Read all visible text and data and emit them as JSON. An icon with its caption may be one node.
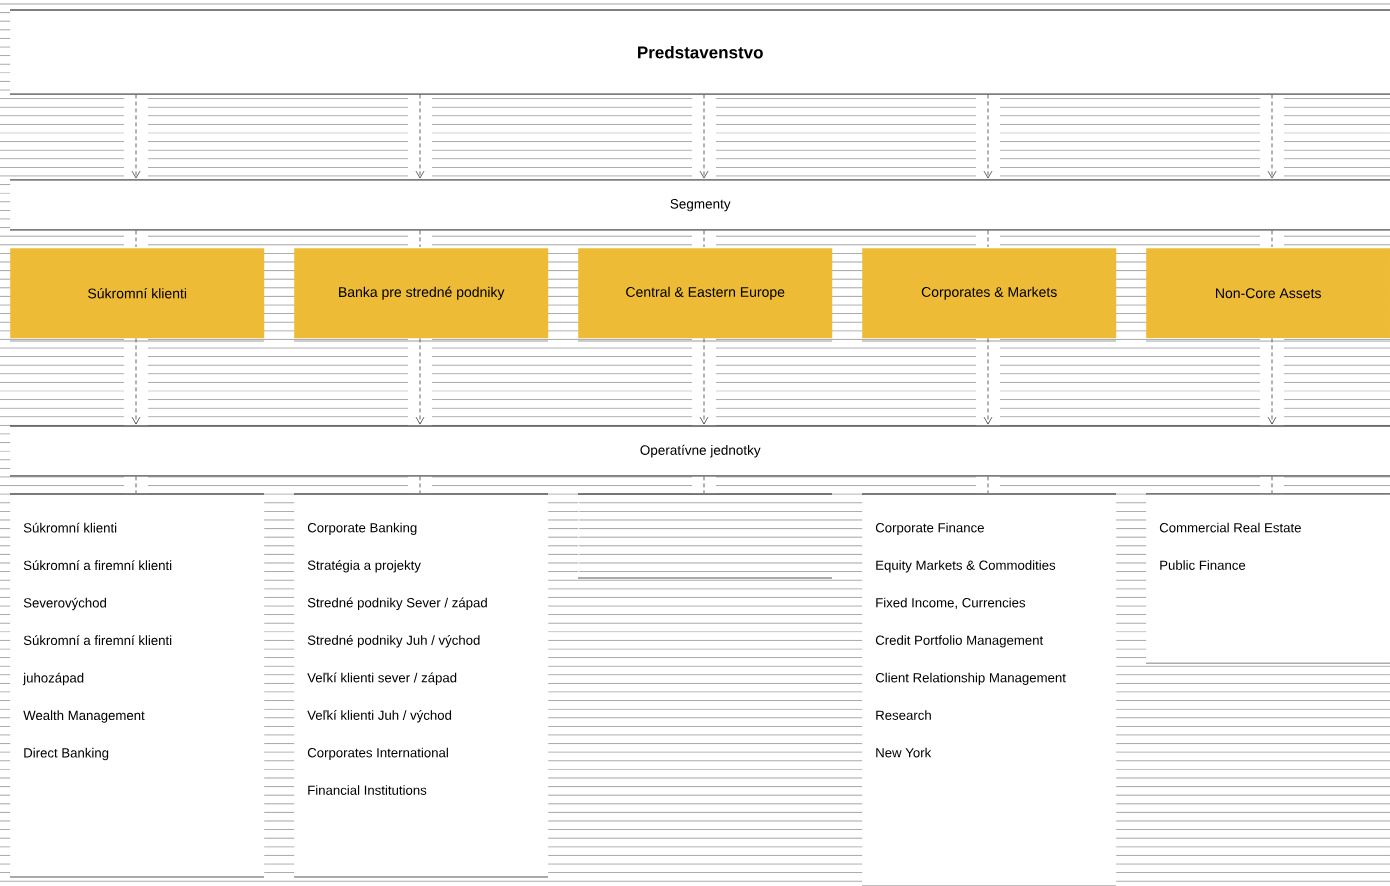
{
  "diagram": {
    "nodes": [
      {
        "text": [
          "Predstavenstvo"
        ]
      },
      {
        "text": [
          "Segmenty"
        ]
      },
      {
        "text": [
          "Súkromní klienti"
        ]
      },
      {
        "text": [
          "Banka pre stredné podniky"
        ]
      },
      {
        "text": [
          "Central & Eastern Europe"
        ]
      },
      {
        "text": [
          "Corporates & Markets"
        ]
      },
      {
        "text": [
          "Non-Core Assets"
        ]
      },
      {
        "text": [
          "Operatívne jednotky"
        ]
      },
      {
        "text": [
          "Súkromní klienti",
          "Súkromní a firemní klienti",
          "Severovýchod",
          "Súkromní a firemní klienti",
          "juhozápad",
          "Wealth Management",
          "Direct Banking"
        ]
      },
      {
        "text": [
          "Corporate Banking",
          "Stratégia a projekty",
          "Stredné podniky Sever / západ",
          "Stredné podniky Juh / východ",
          "Veľkí klienti sever / západ",
          "Veľkí klienti Juh / východ",
          "Corporates International",
          "Financial Institutions"
        ]
      },
      {
        "text": [],
        "shape": "box"
      },
      {
        "text": [
          "Corporate Finance",
          "Equity Markets & Commodities",
          "Fixed Income, Currencies",
          "Credit Portfolio Management",
          "Client Relationship Management",
          "Research",
          "New York"
        ]
      },
      {
        "text": [
          "Commercial Real Estate",
          "Public Finance"
        ]
      }
    ],
    "edges": [
      {
        "from": 0,
        "to": 1,
        "arrow": "to",
        "style": "dashed"
      },
      {
        "from": 0,
        "to": 1,
        "arrow": "to",
        "style": "dashed"
      },
      {
        "from": 0,
        "to": 1,
        "arrow": "to",
        "style": "dashed"
      },
      {
        "from": 0,
        "to": 1,
        "arrow": "to",
        "style": "dashed"
      },
      {
        "from": 0,
        "to": 1,
        "arrow": "to",
        "style": "dashed"
      },
      {
        "from": 1,
        "to": 2,
        "arrow": "none",
        "style": "dashed"
      },
      {
        "from": 1,
        "to": 3,
        "arrow": "none",
        "style": "dashed"
      },
      {
        "from": 1,
        "to": 4,
        "arrow": "none",
        "style": "dashed"
      },
      {
        "from": 1,
        "to": 5,
        "arrow": "none",
        "style": "dashed"
      },
      {
        "from": 1,
        "to": 6,
        "arrow": "none",
        "style": "dashed"
      },
      {
        "from": 2,
        "to": 7,
        "arrow": "to",
        "style": "dashed"
      },
      {
        "from": 3,
        "to": 7,
        "arrow": "to",
        "style": "dashed"
      },
      {
        "from": 4,
        "to": 7,
        "arrow": "to",
        "style": "dashed"
      },
      {
        "from": 5,
        "to": 7,
        "arrow": "to",
        "style": "dashed"
      },
      {
        "from": 6,
        "to": 7,
        "arrow": "to",
        "style": "dashed"
      },
      {
        "from": 7,
        "to": 8,
        "arrow": "none",
        "style": "dashed"
      },
      {
        "from": 7,
        "to": 9,
        "arrow": "none",
        "style": "dashed"
      },
      {
        "from": 7,
        "to": 10,
        "arrow": "none",
        "style": "dashed"
      },
      {
        "from": 7,
        "to": 11,
        "arrow": "none",
        "style": "dashed"
      },
      {
        "from": 7,
        "to": 12,
        "arrow": "none",
        "style": "dashed"
      }
    ]
  }
}
